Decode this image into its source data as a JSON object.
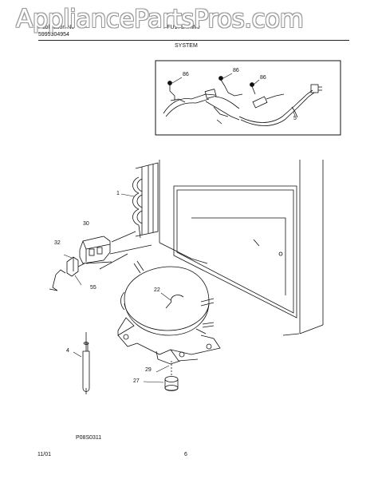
{
  "watermark": "AppliancePartsPros.com",
  "header": {
    "left_line1": "Publication No",
    "left_line2": "5995304954",
    "right_line1": "FFU17G4AW0",
    "section_title": "SYSTEM"
  },
  "callouts": {
    "inset_86_a": "86",
    "inset_86_b": "86",
    "inset_86_c": "86",
    "inset_5": "5",
    "part_1": "1",
    "part_30": "30",
    "part_32": "32",
    "part_55": "55",
    "part_22": "22",
    "part_4": "4",
    "part_29": "29",
    "part_27": "27"
  },
  "drawing_code": "P08S0311",
  "footer": {
    "date": "11/01",
    "page_number": "6"
  }
}
